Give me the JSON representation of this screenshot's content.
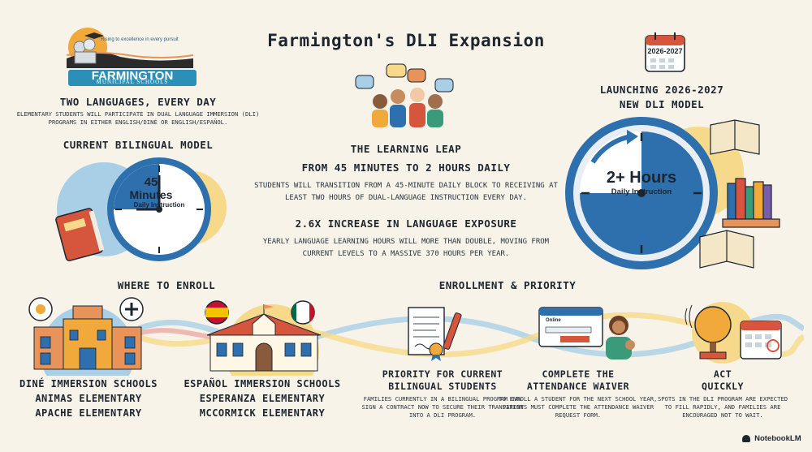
{
  "title": "Farmington's DLI Expansion",
  "logo": {
    "tagline": "Rising to excellence in every pursuit",
    "name": "FARMINGTON",
    "sub": "MUNICIPAL SCHOOLS"
  },
  "two_languages": {
    "heading": "Two Languages, Every Day",
    "body": "Elementary students will participate in dual language immersion (DLI) programs in either English/Diné or English/Español."
  },
  "current_model": {
    "heading": "Current Bilingual Model",
    "clock_value": "45",
    "clock_unit": "Minutes",
    "clock_caption": "Daily Instruction"
  },
  "learning_leap": {
    "heading": "The Learning Leap",
    "subheading": "From 45 minutes to 2 hours daily",
    "body": "Students will transition from a 45-minute daily block to receiving at least two hours of dual-language instruction every day.",
    "stat_heading": "2.6x Increase in Language Exposure",
    "stat_body": "Yearly language learning hours will more than double, moving from current levels to a massive 370 hours per year."
  },
  "new_model": {
    "calendar_label": "2026-2027",
    "heading_line1": "Launching 2026-2027",
    "heading_line2": "New DLI Model",
    "clock_value": "2+ Hours",
    "clock_caption": "Daily Instruction"
  },
  "where_to_enroll": {
    "heading": "Where to Enroll",
    "dine": {
      "line1": "Diné Immersion Schools",
      "line2": "Animas Elementary",
      "line3": "Apache Elementary"
    },
    "espanol": {
      "line1": "Español Immersion Schools",
      "line2": "Esperanza Elementary",
      "line3": "McCormick Elementary"
    }
  },
  "enrollment": {
    "heading": "Enrollment & Priority",
    "priority": {
      "heading_line1": "Priority for Current",
      "heading_line2": "Bilingual Students",
      "body": "Families currently in a bilingual program can sign a contract now to secure their transition into a DLI program."
    },
    "waiver": {
      "heading_line1": "Complete the",
      "heading_line2": "Attendance Waiver",
      "body": "To enroll a student for the next school year, parents must complete the attendance waiver request form.",
      "screen_label": "Online"
    },
    "act": {
      "heading_line1": "Act",
      "heading_line2": "Quickly",
      "body": "Spots in the DLI program are expected to fill rapidly, and families are encouraged not to wait."
    }
  },
  "footer": {
    "brand": "NotebookLM"
  },
  "colors": {
    "blue": "#2e6fae",
    "light_blue": "#a9cfe6",
    "yellow": "#f6d98a",
    "orange": "#e8935a",
    "ink": "#1c2530",
    "bg": "#f7f3e8"
  }
}
